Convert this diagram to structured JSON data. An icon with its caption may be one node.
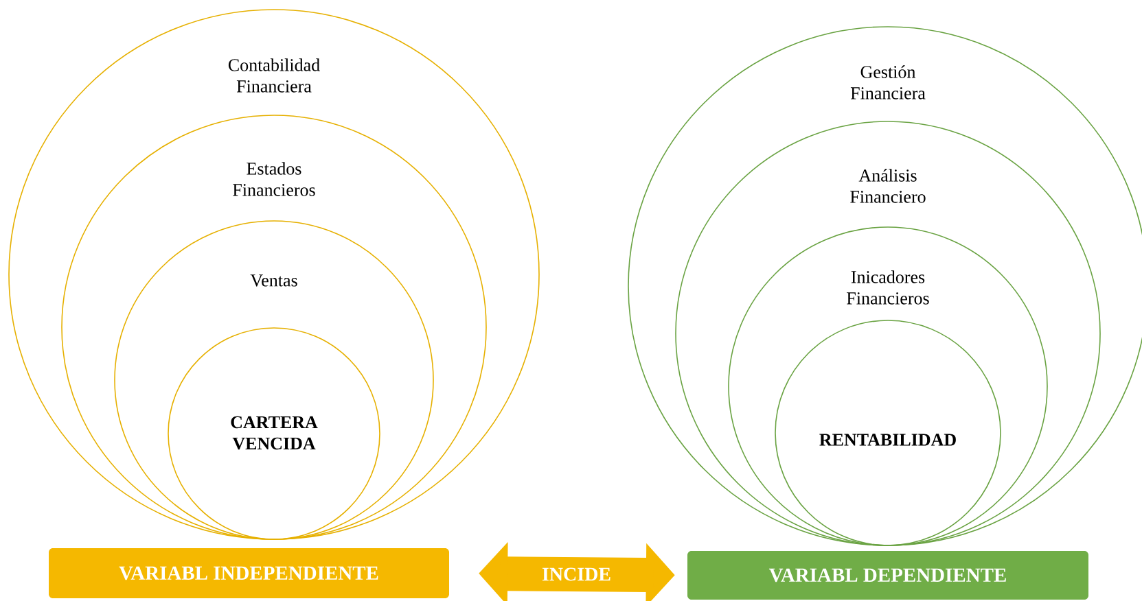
{
  "diagram": {
    "nodes": [
      {
        "text": [
          "Contabilidad Financiera"
        ]
      },
      {
        "text": [
          "Estados Financieros"
        ],
        "in": 0
      },
      {
        "text": [
          "Ventas"
        ],
        "in": 1
      },
      {
        "text": [
          "CARTERA VENCIDA"
        ],
        "in": 2
      },
      {
        "text": [
          "Gestión Financiera"
        ]
      },
      {
        "text": [
          "Análisis Financiero"
        ],
        "in": 4
      },
      {
        "text": [
          "Inicadores Financieros"
        ],
        "in": 5
      },
      {
        "text": [
          "RENTABILIDAD"
        ],
        "in": 6
      },
      {
        "text": [
          "VARIABL INDEPENDIENTE"
        ]
      },
      {
        "text": [
          "VARIABL DEPENDIENTE"
        ]
      }
    ],
    "edges": [
      {
        "from": 8,
        "to": 9,
        "arrow": "both",
        "label": "INCIDE"
      }
    ]
  }
}
